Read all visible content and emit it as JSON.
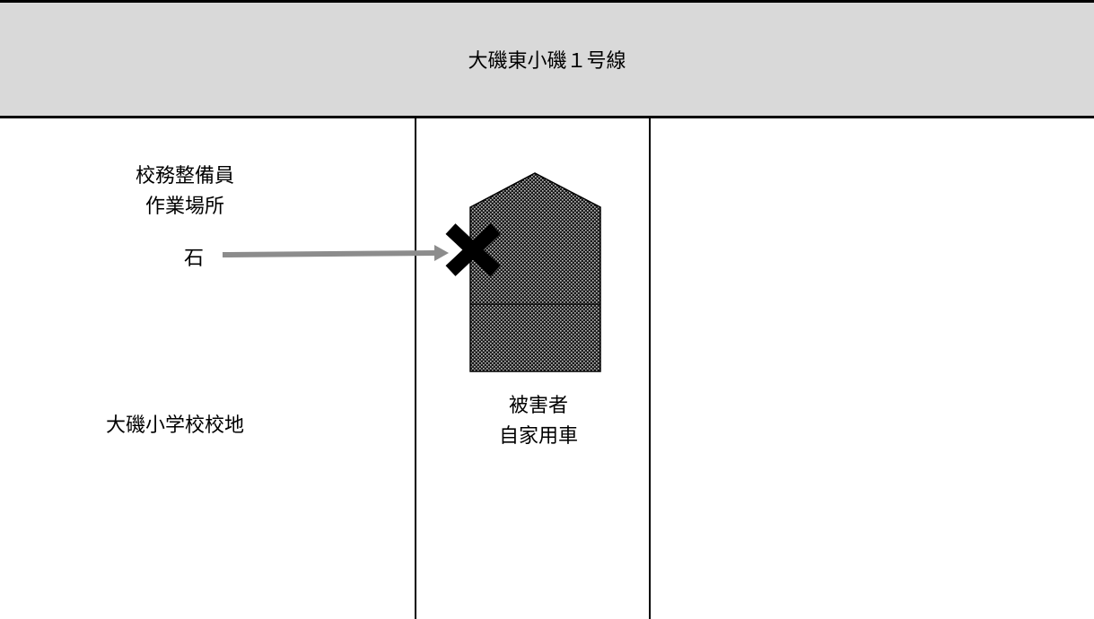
{
  "road": {
    "name": "大磯東小磯１号線"
  },
  "labels": {
    "worksite_line1": "校務整備員",
    "worksite_line2": "作業場所",
    "stone": "石",
    "school_grounds": "大磯小学校校地",
    "victim_line1": "被害者",
    "victim_line2": "自家用車"
  },
  "colors": {
    "road_fill": "#d9d9d9",
    "arrow": "#8c8c8c",
    "impact_mark": "#000000",
    "car_fill": "#2b2b2b"
  },
  "icons": {
    "impact": "cross-mark",
    "car": "car-top-view"
  }
}
